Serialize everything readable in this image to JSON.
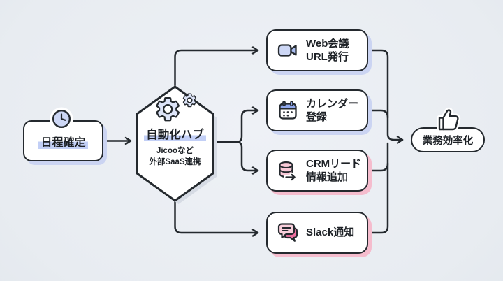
{
  "diagram": {
    "title_implicit": "Jicoo automation flow",
    "colors": {
      "ink": "#24292e",
      "background": "#e8ecf1",
      "periwinkle_shadow": "#cbd4f2",
      "pink_shadow": "#f5bccd",
      "text_highlight": "#90a8ee",
      "icon_periwinkle_light": "#cdd7f5",
      "icon_periwinkle_dark": "#a9bdf0",
      "icon_periwinkle_band": "#8fa7ec",
      "icon_pink_light": "#f8c9d7",
      "icon_pink_dark": "#ef6f9f",
      "gear_fill": "#dde4f8"
    },
    "nodes": {
      "schedule": {
        "label": "日程確定",
        "icon": "clock-icon"
      },
      "hub": {
        "title": "自動化ハブ",
        "note1": "Jicooなど",
        "note2": "外部SaaS連携",
        "icon": "gears-icon",
        "shape": "hexagon"
      },
      "actions": [
        {
          "line1": "Web会議",
          "line2": "URL発行",
          "icon": "video-camera-icon",
          "accent": "#cbd4f2"
        },
        {
          "line1": "カレンダー",
          "line2": "登録",
          "icon": "calendar-icon",
          "accent": "#cbd4f2"
        },
        {
          "line1": "CRMリード",
          "line2": "情報追加",
          "icon": "database-icon",
          "accent": "#f5bccd"
        },
        {
          "line1": "Slack通知",
          "line2": "",
          "icon": "chat-bubbles-icon",
          "accent": "#f5bccd"
        }
      ],
      "result": {
        "label": "業務効率化",
        "icon": "thumbs-up-icon"
      }
    },
    "flow": "schedule -> hub -> [web-meeting-url, calendar, crm-lead, slack] -> efficiency"
  }
}
